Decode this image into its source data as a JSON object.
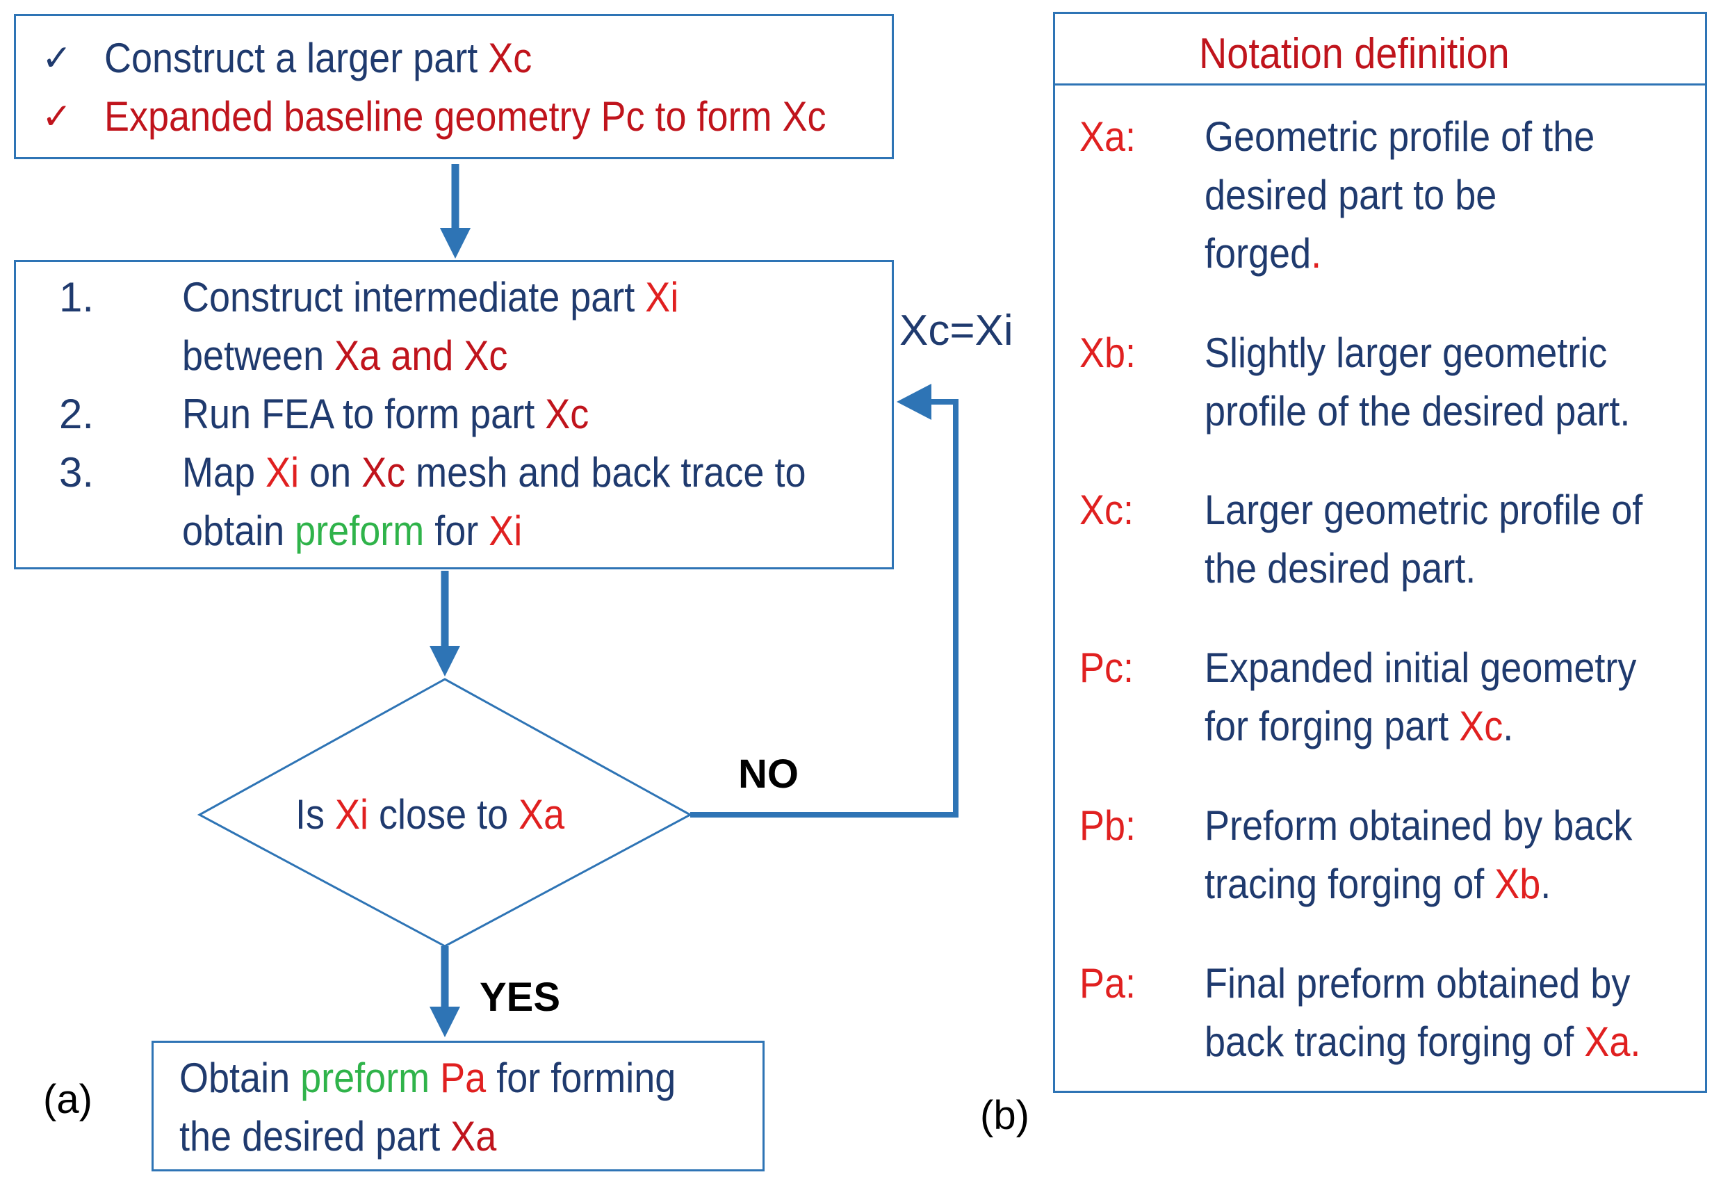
{
  "colors": {
    "text_dark": "#1f3a6e",
    "text_red": "#c0141c",
    "text_bright_red": "#e02020",
    "text_green": "#2fb34a",
    "box_border": "#2e74b5",
    "arrow": "#2e74b5"
  },
  "flowchart": {
    "start_box": {
      "check_icon": "check-icon",
      "line1": {
        "text": "Construct a larger part ",
        "var": "Xc"
      },
      "line2": {
        "text": "Expanded baseline geometry Pc to form Xc"
      }
    },
    "process_box": {
      "steps": [
        {
          "num": "1.",
          "l1_text": "Construct intermediate part ",
          "l1_var": "Xi",
          "l2_text": "between ",
          "l2_var": "Xa and Xc"
        },
        {
          "num": "2.",
          "l1_text": "Run FEA to form part ",
          "l1_var": "Xc"
        },
        {
          "num": "3.",
          "l1_text": "Map ",
          "l1_var1": "Xi",
          "l1_mid": " on ",
          "l1_var2": "Xc",
          "l1_end": " mesh and back trace to",
          "l2_text": "obtain ",
          "l2_green": "preform",
          "l2_mid": " for ",
          "l2_var": "Xi"
        }
      ]
    },
    "loop_label": "Xc=Xi",
    "decision": {
      "text1": "Is ",
      "var1": "Xi",
      "text2": " close to ",
      "var2": "Xa"
    },
    "no_label": "NO",
    "yes_label": "YES",
    "end_box": {
      "l1_text": "Obtain ",
      "l1_green": "preform",
      "l1_var": " Pa",
      "l1_end": "  for forming",
      "l2_text": "the desired part ",
      "l2_var": "Xa"
    },
    "subfig_label": "(a)"
  },
  "notation": {
    "title": "Notation definition",
    "subfig_label": "(b)",
    "entries": [
      {
        "key": "Xa:",
        "lines": [
          "Geometric profile of the",
          "desired part to be",
          "forged"
        ],
        "tail": "."
      },
      {
        "key": "Xb:",
        "lines": [
          "Slightly larger geometric",
          "profile of the desired part."
        ]
      },
      {
        "key": "Xc:",
        "lines": [
          "Larger geometric profile of",
          "the desired part."
        ]
      },
      {
        "key": "Pc:",
        "lines": [
          "Expanded initial geometry",
          "for forging part "
        ],
        "l2_var": "Xc",
        "l2_end": "."
      },
      {
        "key": "Pb:",
        "lines": [
          "Preform obtained by back",
          "tracing forging of "
        ],
        "l2_var": "Xb",
        "l2_end": "."
      },
      {
        "key": "Pa:",
        "lines": [
          "Final preform obtained by",
          "back tracing forging of "
        ],
        "l2_var": "Xa."
      }
    ]
  }
}
